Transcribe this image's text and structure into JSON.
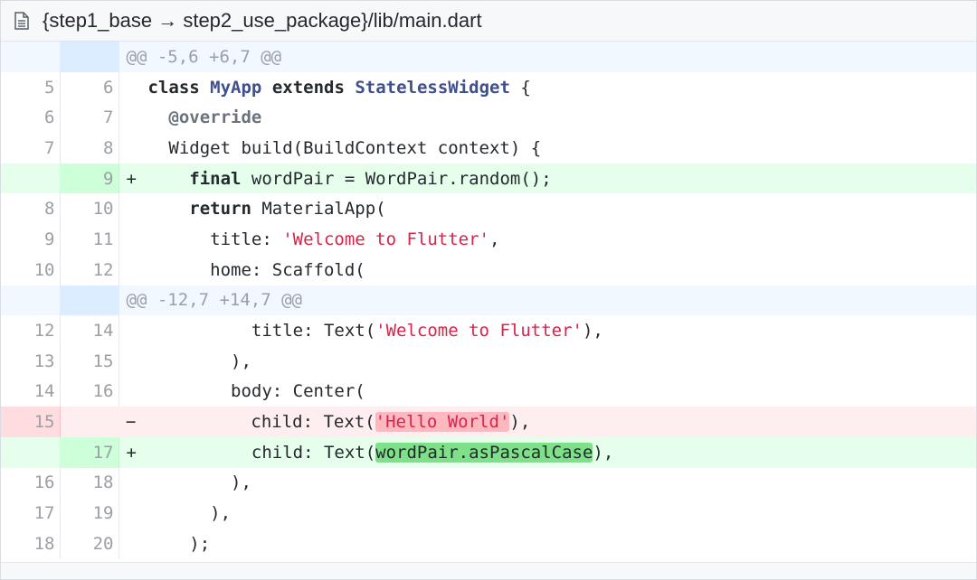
{
  "file": {
    "path": "{step1_base → step2_use_package}/lib/main.dart",
    "icon": "file-text-icon"
  },
  "hunks": [
    {
      "header": "@@ -5,6 +6,7 @@"
    },
    {
      "header": "@@ -12,7 +14,7 @@"
    }
  ],
  "colors": {
    "addition_bg": "#e6ffed",
    "deletion_bg": "#ffeef0",
    "hunk_bg": "#f1f8ff",
    "string": "#d7244a",
    "type": "#3f4f8f"
  },
  "lines": {
    "l1": {
      "old": "5",
      "new": "6",
      "marker": "",
      "t1": "class",
      "t2": " ",
      "t3": "MyApp",
      "t4": " ",
      "t5": "extends",
      "t6": " ",
      "t7": "StatelessWidget",
      "t8": " {"
    },
    "l2": {
      "old": "6",
      "new": "7",
      "marker": "",
      "indent": "  ",
      "t1": "@override"
    },
    "l3": {
      "old": "7",
      "new": "8",
      "marker": "",
      "text": "  Widget build(BuildContext context) {"
    },
    "l4": {
      "old": "",
      "new": "9",
      "marker": "+",
      "indent": "    ",
      "t1": "final",
      "t2": " wordPair = WordPair.random();"
    },
    "l5": {
      "old": "8",
      "new": "10",
      "marker": "",
      "indent": "    ",
      "t1": "return",
      "t2": " MaterialApp("
    },
    "l6": {
      "old": "9",
      "new": "11",
      "marker": "",
      "t1": "      title: ",
      "t2": "'Welcome to Flutter'",
      "t3": ","
    },
    "l7": {
      "old": "10",
      "new": "12",
      "marker": "",
      "text": "      home: Scaffold("
    },
    "l8": {
      "old": "12",
      "new": "14",
      "marker": "",
      "t1": "          title: Text(",
      "t2": "'Welcome to Flutter'",
      "t3": "),"
    },
    "l9": {
      "old": "13",
      "new": "15",
      "marker": "",
      "text": "        ),"
    },
    "l10": {
      "old": "14",
      "new": "16",
      "marker": "",
      "text": "        body: Center("
    },
    "l11": {
      "old": "15",
      "new": "",
      "marker": "−",
      "t1": "          child: Text(",
      "t2": "'Hello World'",
      "t3": "),"
    },
    "l12": {
      "old": "",
      "new": "17",
      "marker": "+",
      "t1": "          child: Text(",
      "t2": "wordPair.asPascalCase",
      "t3": "),"
    },
    "l13": {
      "old": "16",
      "new": "18",
      "marker": "",
      "text": "        ),"
    },
    "l14": {
      "old": "17",
      "new": "19",
      "marker": "",
      "text": "      ),"
    },
    "l15": {
      "old": "18",
      "new": "20",
      "marker": "",
      "text": "    );"
    }
  }
}
